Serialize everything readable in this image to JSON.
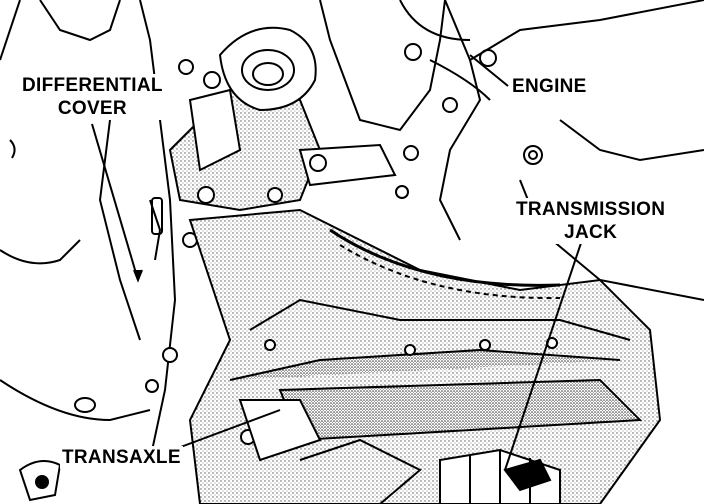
{
  "colors": {
    "ink": "#000000",
    "paper": "#ffffff",
    "stipple": "#8a8a8a"
  },
  "labels": {
    "differential_cover": {
      "line1": "DIFFERENTIAL",
      "line2": "COVER"
    },
    "engine": "ENGINE",
    "transmission_jack": {
      "line1": "TRANSMISSION",
      "line2": "JACK"
    },
    "transaxle": "TRANSAXLE"
  }
}
